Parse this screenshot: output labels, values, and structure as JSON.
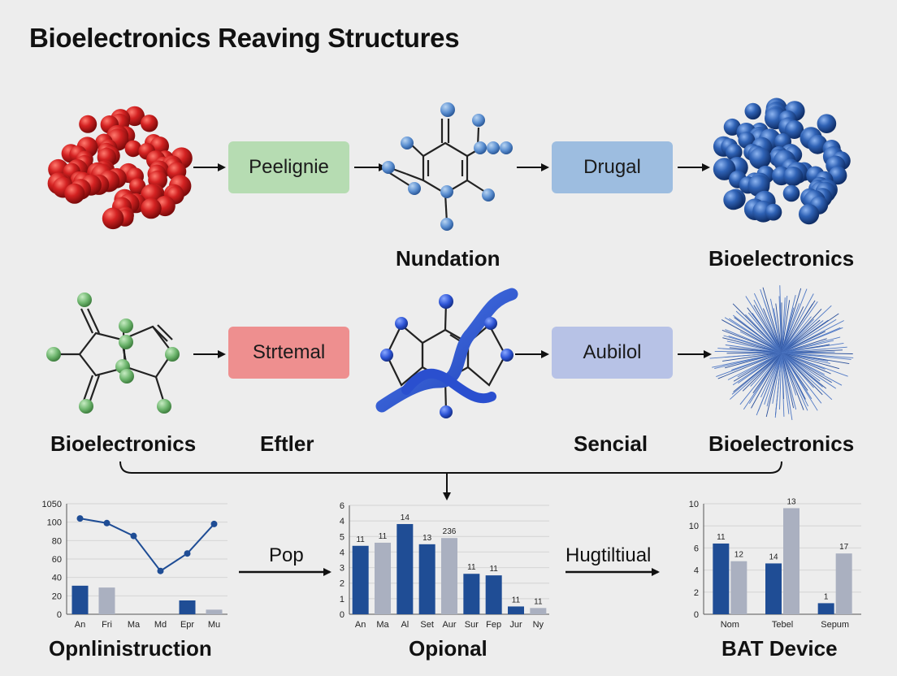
{
  "title": "Bioelectronics Reaving Structures",
  "boxes": {
    "peelignie": "Peelignie",
    "drugal": "Drugal",
    "strtemal": "Strtemal",
    "aubilol": "Aubilol"
  },
  "labels": {
    "row1_mid": "Nundation",
    "row1_right": "Bioelectronics",
    "row2_left": "Bioelectronics",
    "row2_midleft": "Eftler",
    "row2_midright": "Sencial",
    "row2_right": "Bioelectronics"
  },
  "flow_labels": {
    "pop": "Pop",
    "hugtiltiual": "Hugtiltiual"
  },
  "chart_titles": {
    "left": "Opnlinistruction",
    "middle": "Opional",
    "right": "BAT Device"
  },
  "colors": {
    "red_sphere": "#c81e1e",
    "blue_sphere": "#2f62b5",
    "green_atom": "#6db56d",
    "blue_atom": "#5a8ed0",
    "box_green": "#b6dcb2",
    "box_blue": "#9dbde0",
    "box_red": "#ee8f8f",
    "box_lavender": "#b7c2e6",
    "bar_dark": "#1f4d95",
    "bar_light": "#aab0c0"
  },
  "chart_data": [
    {
      "type": "bar",
      "categories": [
        "An",
        "Fri",
        "Ma",
        "Md",
        "Epr",
        "Mu"
      ],
      "y_ticks": [
        "0",
        "20",
        "40",
        "60",
        "80",
        "100",
        "1050"
      ],
      "ylim": [
        0,
        120
      ],
      "series": [
        {
          "values": [
            31,
            29,
            0,
            0,
            15,
            5
          ]
        },
        {
          "values": [
            104,
            99,
            85,
            47,
            66,
            98
          ]
        }
      ],
      "xlabel": "",
      "ylabel": "",
      "title": "Opnlinistruction"
    },
    {
      "type": "bar",
      "categories": [
        "An",
        "Ma",
        "Al",
        "Set",
        "Aur",
        "Sur",
        "Fep",
        "Jur",
        "Ny"
      ],
      "y_ticks": [
        "0",
        "1",
        "2",
        "3",
        "4",
        "5",
        "4",
        "6"
      ],
      "ylim": [
        0,
        7
      ],
      "series": [
        {
          "values": [
            4.4,
            4.6,
            5.8,
            4.5,
            4.9,
            2.6,
            2.5,
            0.5,
            0.4
          ]
        }
      ],
      "data_labels": [
        "11",
        "11",
        "14",
        "13",
        "236",
        "11",
        "11",
        "11",
        "11"
      ],
      "title": "Opional"
    },
    {
      "type": "bar",
      "categories": [
        "Nom",
        "Tebel",
        "Sepum"
      ],
      "y_ticks": [
        "0",
        "2",
        "4",
        "6",
        "10",
        "10"
      ],
      "ylim": [
        0,
        10
      ],
      "series": [
        {
          "values": [
            6.4,
            4.6,
            1.0
          ]
        },
        {
          "values": [
            4.8,
            9.6,
            5.5
          ]
        }
      ],
      "data_labels": [
        [
          "11",
          "14",
          "1"
        ],
        [
          "12",
          "13",
          "17"
        ]
      ],
      "title": "BAT Device"
    }
  ]
}
